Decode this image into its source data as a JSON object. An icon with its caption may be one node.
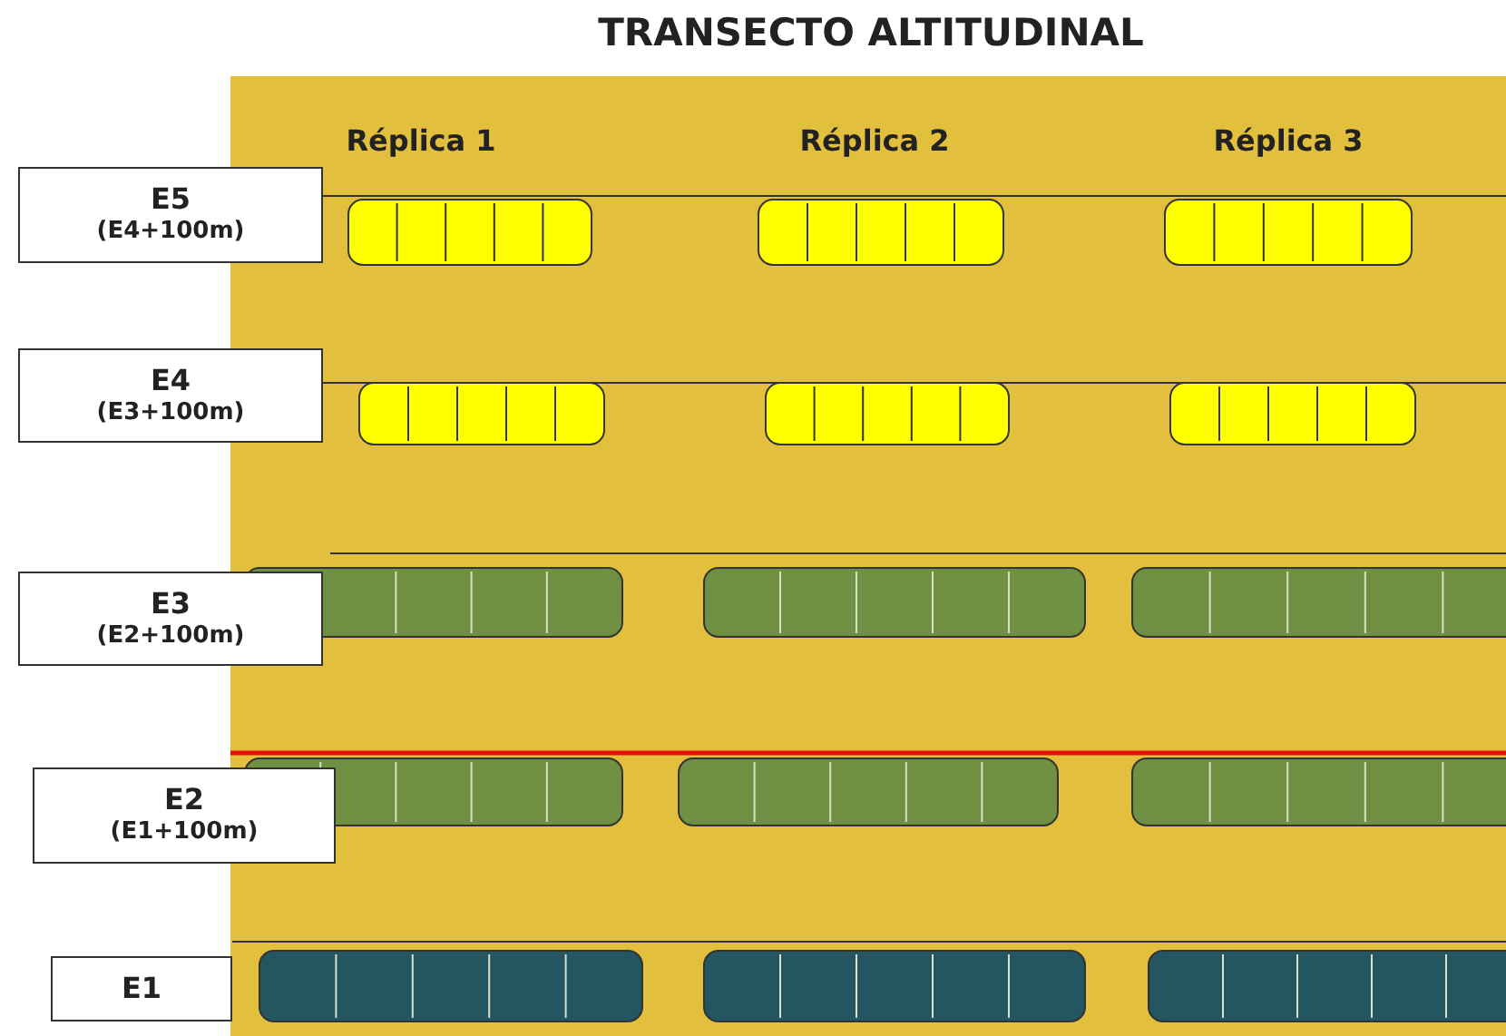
{
  "diagram": {
    "title": "TRANSECTO ALTITUDINAL",
    "nodes": [
      {
        "text": [
          "E5",
          "(E4+100m)"
        ]
      },
      {
        "text": [
          "E4",
          "(E3+100m)"
        ]
      },
      {
        "text": [
          "E3",
          "(E2+100m)"
        ]
      },
      {
        "text": [
          "E2",
          "(E1+100m)"
        ]
      },
      {
        "text": [
          "E1"
        ]
      }
    ],
    "edges": [],
    "labels": [
      "Réplica 1",
      "Réplica 2",
      "Réplica 3"
    ]
  }
}
